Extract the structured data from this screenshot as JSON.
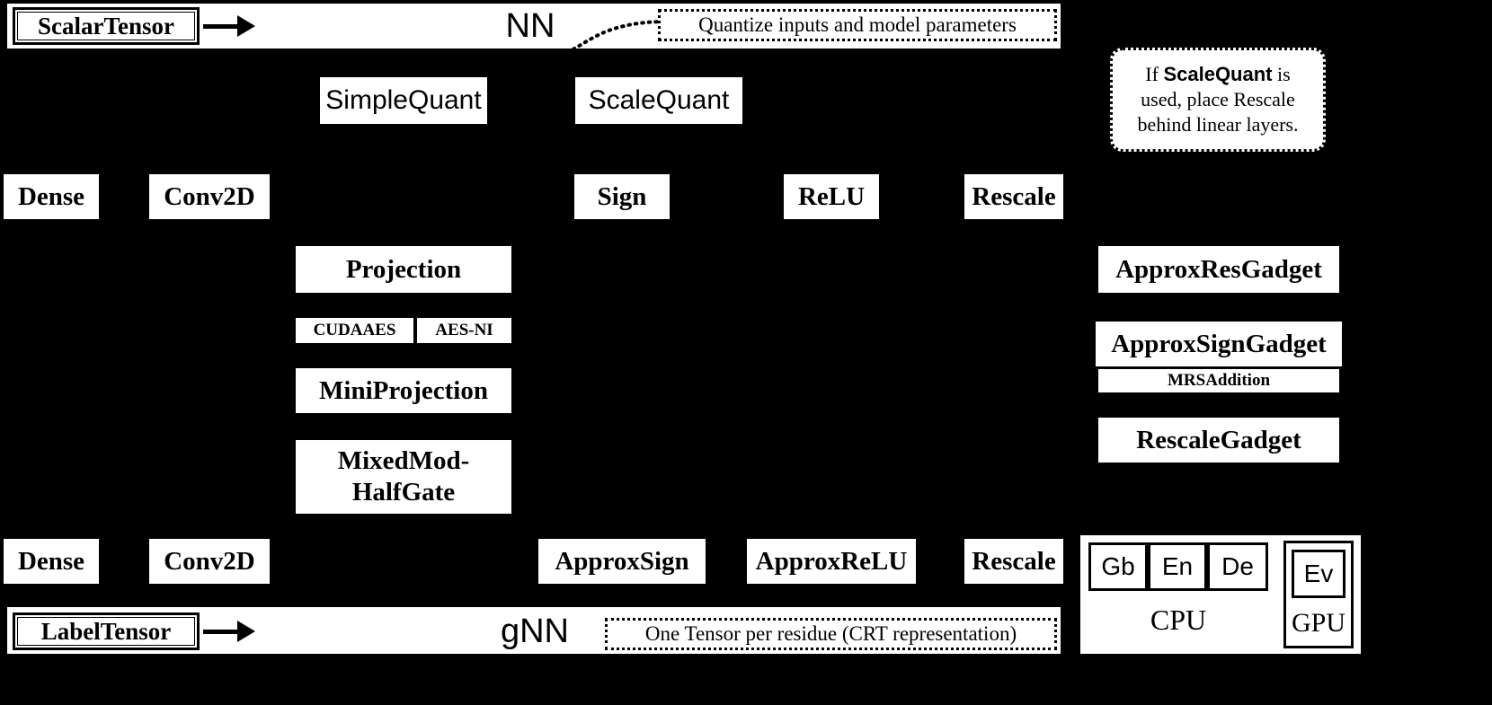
{
  "diagram": {
    "title": "NN / gNN quantization and garbling architecture stack",
    "background_color": "#000000",
    "box_color": "#ffffff",
    "ink_color": "#000000"
  },
  "top_bar": {
    "chip_label": "ScalarTensor",
    "layer_label": "NN",
    "callout": "Quantize inputs and model parameters"
  },
  "bottom_bar": {
    "chip_label": "LabelTensor",
    "layer_label": "gNN",
    "callout": "One Tensor per residue (CRT representation)"
  },
  "note": {
    "line1_pre": "If ",
    "line1_hl": "ScaleQuant",
    "line1_post": " is",
    "line2": "used, place Rescale",
    "line3": "behind linear layers."
  },
  "quant_row": [
    {
      "label": "SimpleQuant"
    },
    {
      "label": "ScaleQuant"
    }
  ],
  "nn_ops_row": [
    {
      "label": "Dense"
    },
    {
      "label": "Conv2D"
    },
    {
      "label": "Sign"
    },
    {
      "label": "ReLU"
    },
    {
      "label": "Rescale"
    }
  ],
  "gnn_ops_row": [
    {
      "label": "Dense"
    },
    {
      "label": "Conv2D"
    },
    {
      "label": "ApproxSign"
    },
    {
      "label": "ApproxReLU"
    },
    {
      "label": "Rescale"
    }
  ],
  "middle_column": {
    "projection": "Projection",
    "backends": [
      {
        "label": "CUDAAES"
      },
      {
        "label": "AES-NI"
      }
    ],
    "mini_projection": "MiniProjection",
    "mixed_mod_line1": "MixedMod-",
    "mixed_mod_line2": "HalfGate"
  },
  "gadget_column": {
    "approx_res": "ApproxResGadget",
    "approx_sign": "ApproxSignGadget",
    "mrs_addition": "MRSAddition",
    "rescale": "RescaleGadget"
  },
  "devices": {
    "cpu": {
      "name": "CPU",
      "units": [
        {
          "label": "Gb"
        },
        {
          "label": "En"
        },
        {
          "label": "De"
        }
      ]
    },
    "gpu": {
      "name": "GPU",
      "units": [
        {
          "label": "Ev"
        }
      ]
    }
  }
}
